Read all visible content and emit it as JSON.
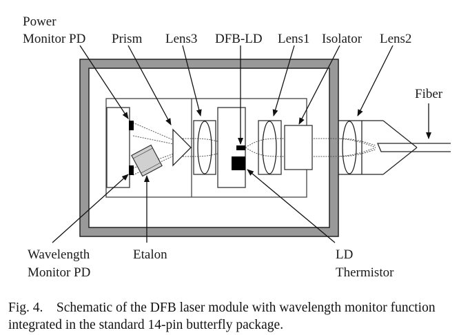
{
  "figure": {
    "labels": {
      "power_monitor_pd_line1": "Power",
      "power_monitor_pd_line2": "Monitor PD",
      "prism": "Prism",
      "lens3": "Lens3",
      "dfb_ld": "DFB-LD",
      "lens1": "Lens1",
      "isolator": "Isolator",
      "lens2": "Lens2",
      "fiber": "Fiber",
      "wavelength_monitor_pd_line1": "Wavelength",
      "wavelength_monitor_pd_line2": "Monitor PD",
      "etalon": "Etalon",
      "ld_thermistor_line1": "LD",
      "ld_thermistor_line2": "Thermistor"
    },
    "colors": {
      "package_wall": "#999999",
      "etalon_fill": "#d0d0d0",
      "component_black": "#000000",
      "line": "#222222"
    }
  },
  "caption": {
    "number": "Fig. 4.",
    "line1": "Schematic of the DFB laser module with wavelength monitor function",
    "line2": "integrated in the standard 14-pin butterfly package."
  }
}
